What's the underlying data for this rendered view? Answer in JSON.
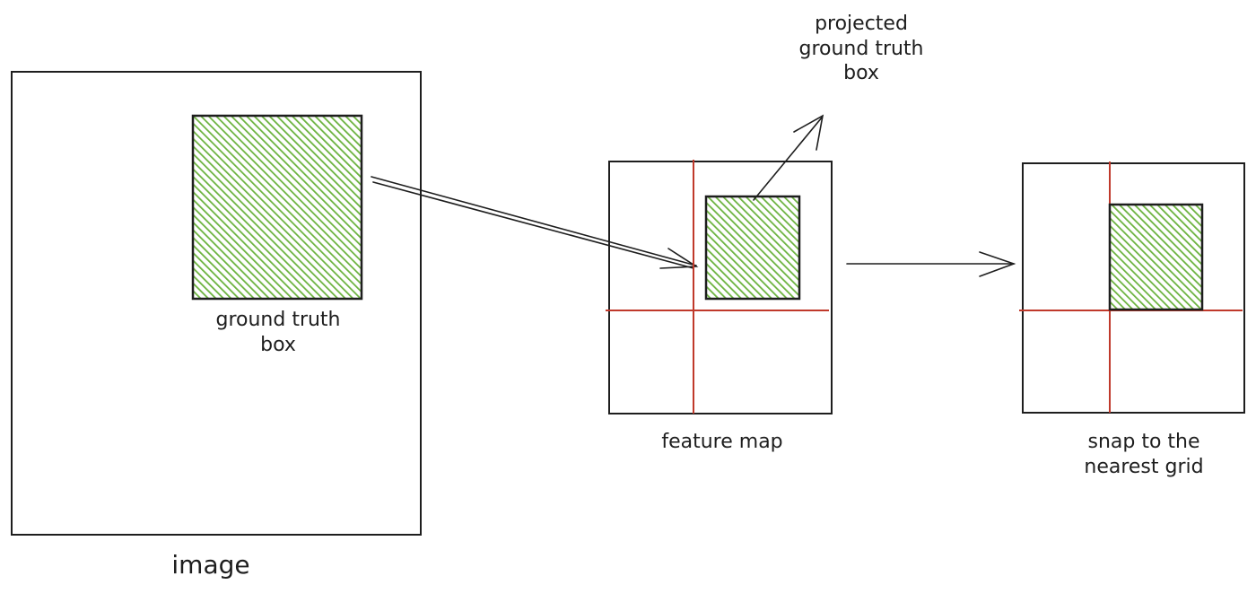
{
  "labels": {
    "ground_truth_box": "ground truth\nbox",
    "image": "image",
    "projected_ground_truth_box": "projected\nground truth\nbox",
    "feature_map": "feature map",
    "snap_to_nearest_grid": "snap to the\nnearest grid"
  },
  "colors": {
    "stroke": "#1e1e1e",
    "box_fill": "#6cb33f",
    "grid_line": "#c0392b"
  }
}
